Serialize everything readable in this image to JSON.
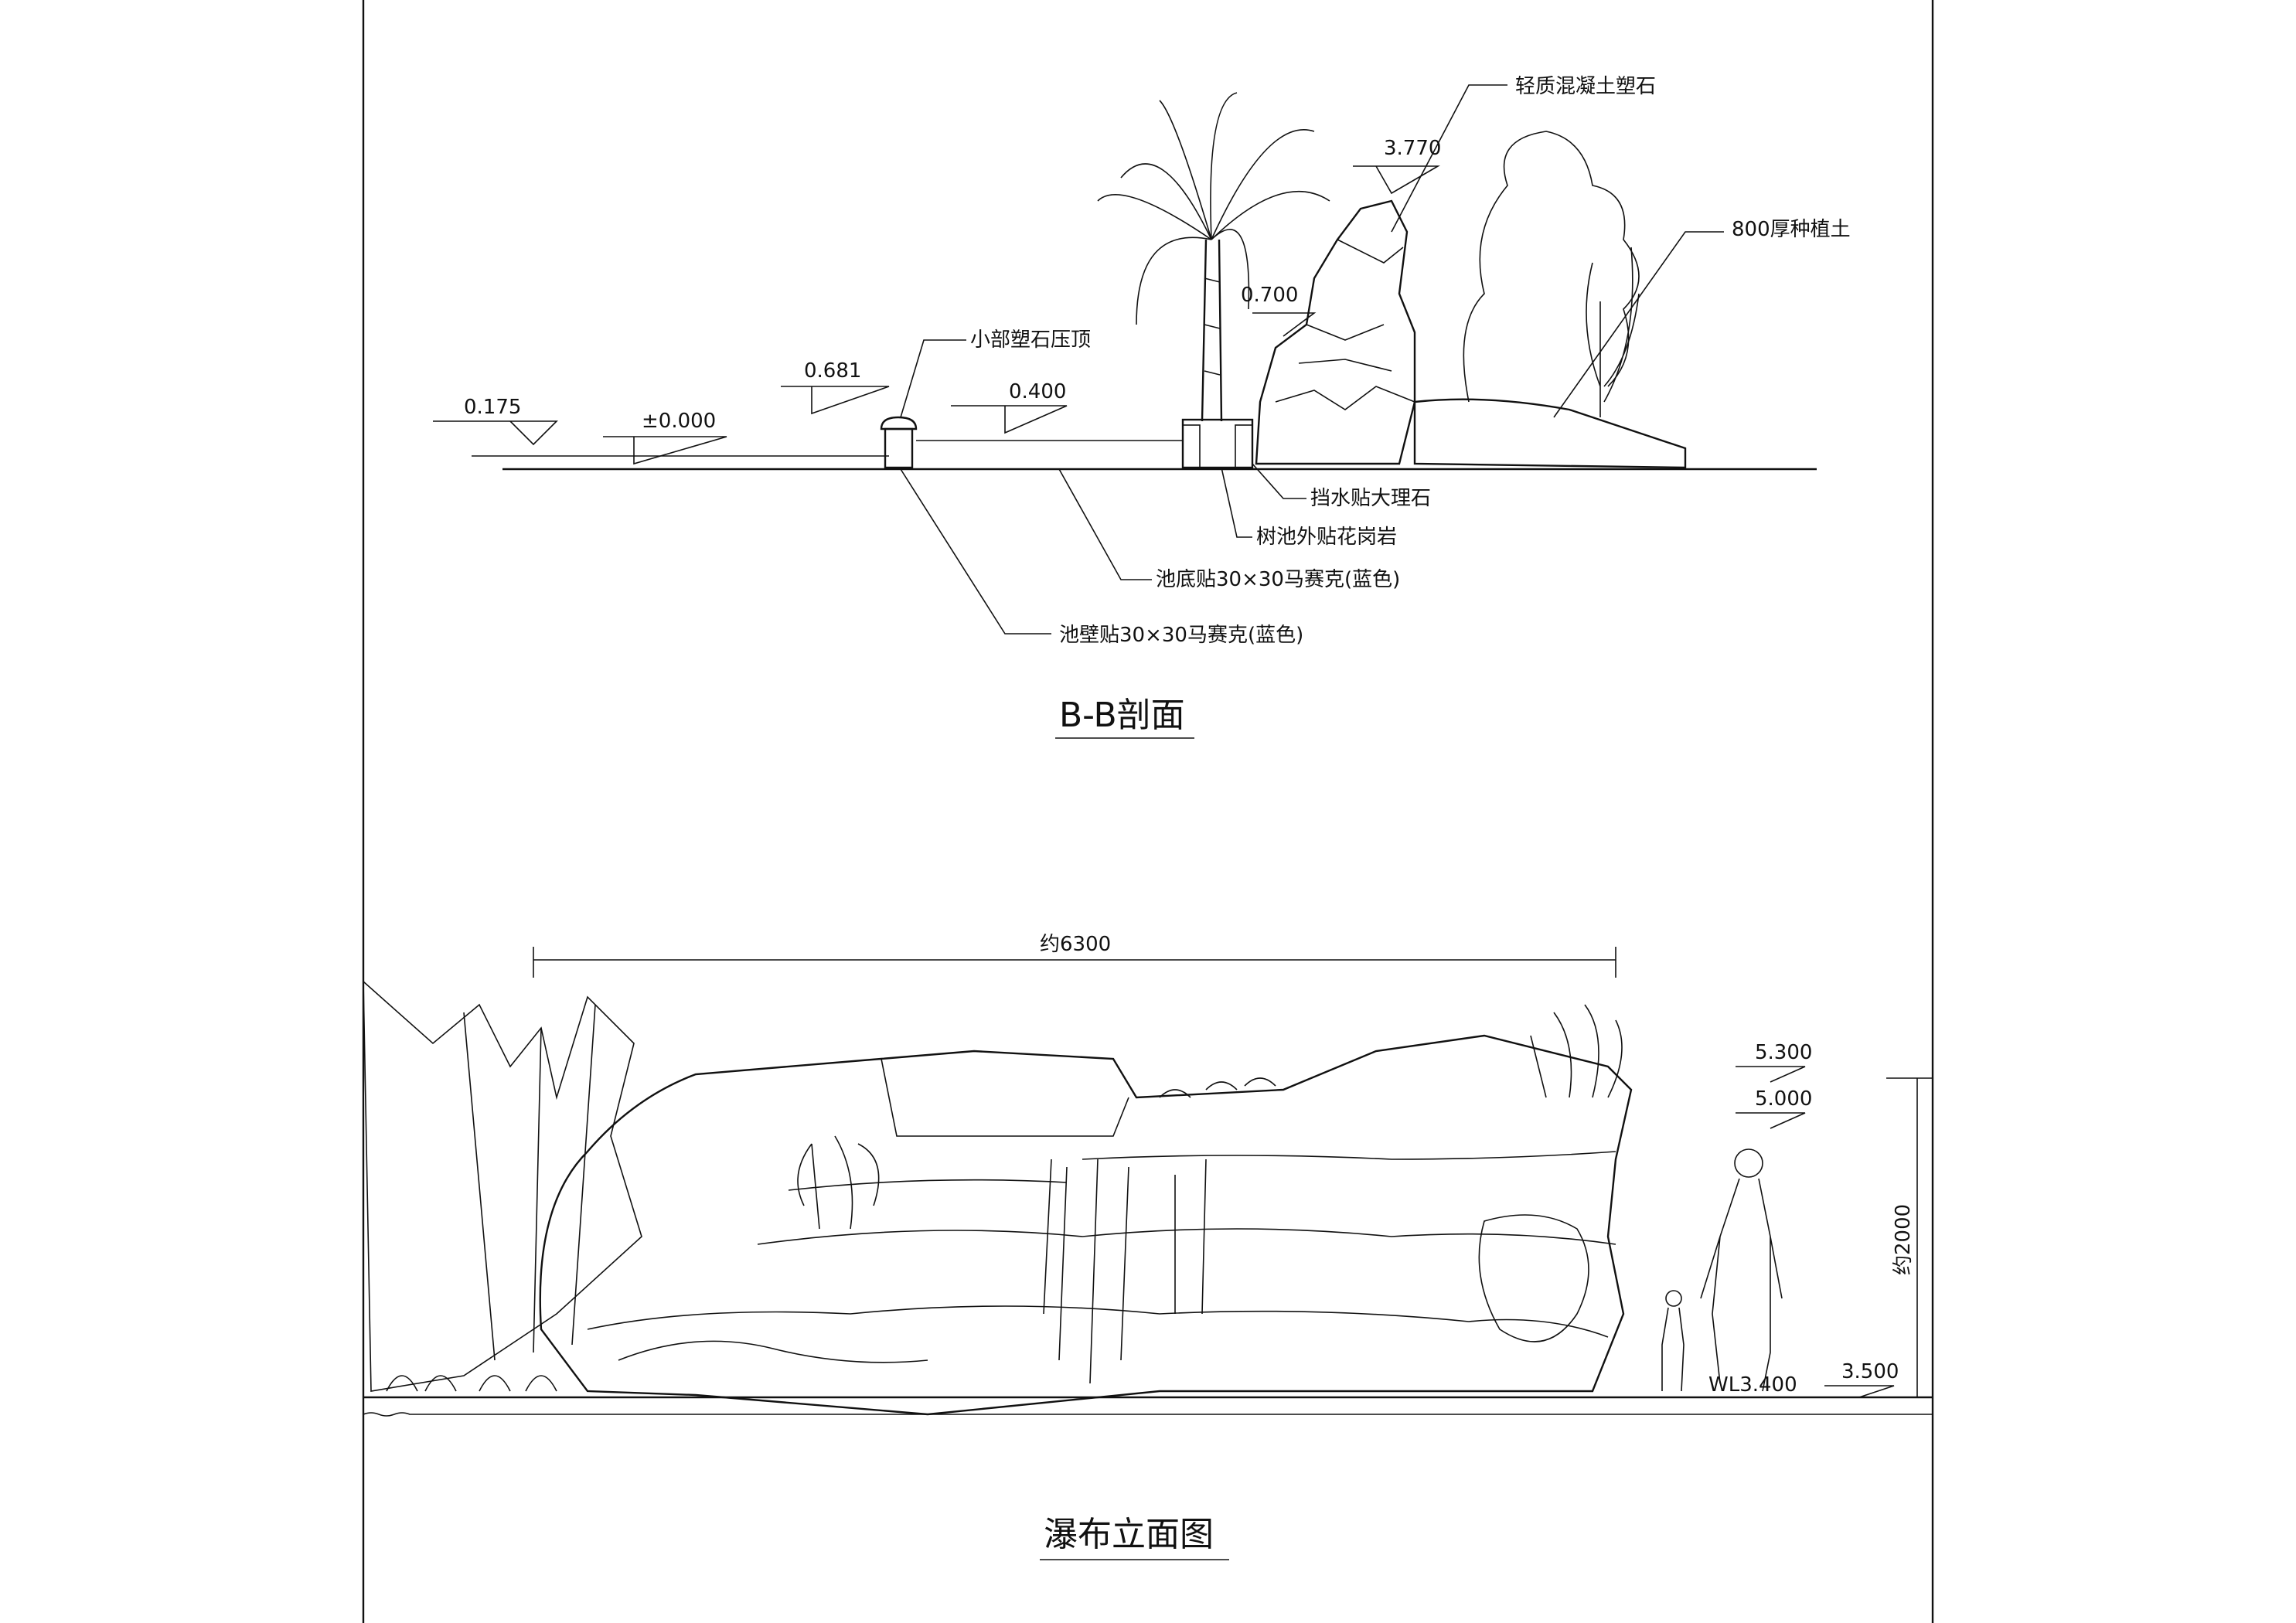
{
  "section_bb": {
    "title": "B-B剖面",
    "elevations": [
      "0.175",
      "±0.000",
      "0.681",
      "0.400",
      "3.770",
      "0.700"
    ],
    "callouts": {
      "capstone": "小部塑石压顶",
      "rock": "轻质混凝土塑石",
      "soil": "800厚种植土",
      "marble": "挡水贴大理石",
      "granite": "树池外贴花岗岩",
      "pool_bottom": "池底贴30×30马赛克(蓝色)",
      "pool_wall": "池壁贴30×30马赛克(蓝色)"
    }
  },
  "waterfall_elevation": {
    "title": "瀑布立面图",
    "width_dim": "约6300",
    "height_dim": "约2000",
    "elevations": [
      "5.300",
      "5.000",
      "3.500"
    ],
    "water_level": "WL3.400"
  }
}
